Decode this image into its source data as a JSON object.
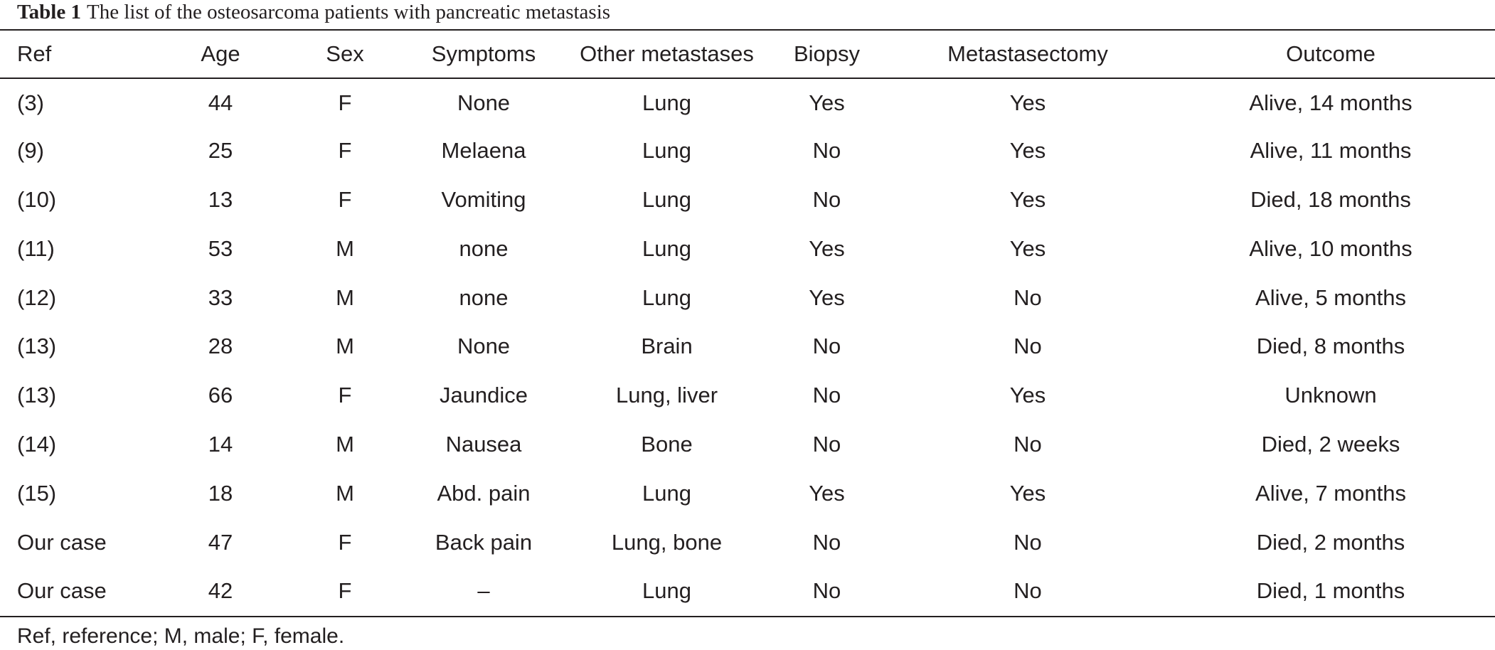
{
  "caption": {
    "label": "Table 1",
    "text": "The list of the osteosarcoma patients with pancreatic metastasis"
  },
  "table": {
    "headers": [
      "Ref",
      "Age",
      "Sex",
      "Symptoms",
      "Other metastases",
      "Biopsy",
      "Metastasectomy",
      "Outcome"
    ],
    "rows": [
      [
        "(3)",
        "44",
        "F",
        "None",
        "Lung",
        "Yes",
        "Yes",
        "Alive, 14 months"
      ],
      [
        "(9)",
        "25",
        "F",
        "Melaena",
        "Lung",
        "No",
        "Yes",
        "Alive, 11 months"
      ],
      [
        "(10)",
        "13",
        "F",
        "Vomiting",
        "Lung",
        "No",
        "Yes",
        "Died, 18 months"
      ],
      [
        "(11)",
        "53",
        "M",
        "none",
        "Lung",
        "Yes",
        "Yes",
        "Alive, 10 months"
      ],
      [
        "(12)",
        "33",
        "M",
        "none",
        "Lung",
        "Yes",
        "No",
        "Alive, 5 months"
      ],
      [
        "(13)",
        "28",
        "M",
        "None",
        "Brain",
        "No",
        "No",
        "Died, 8 months"
      ],
      [
        "(13)",
        "66",
        "F",
        "Jaundice",
        "Lung, liver",
        "No",
        "Yes",
        "Unknown"
      ],
      [
        "(14)",
        "14",
        "M",
        "Nausea",
        "Bone",
        "No",
        "No",
        "Died, 2 weeks"
      ],
      [
        "(15)",
        "18",
        "M",
        "Abd. pain",
        "Lung",
        "Yes",
        "Yes",
        "Alive, 7 months"
      ],
      [
        "Our case",
        "47",
        "F",
        "Back pain",
        "Lung, bone",
        "No",
        "No",
        "Died, 2 months"
      ],
      [
        "Our case",
        "42",
        "F",
        "–",
        "Lung",
        "No",
        "No",
        "Died, 1 months"
      ]
    ]
  },
  "footnote": "Ref, reference; M, male; F, female."
}
